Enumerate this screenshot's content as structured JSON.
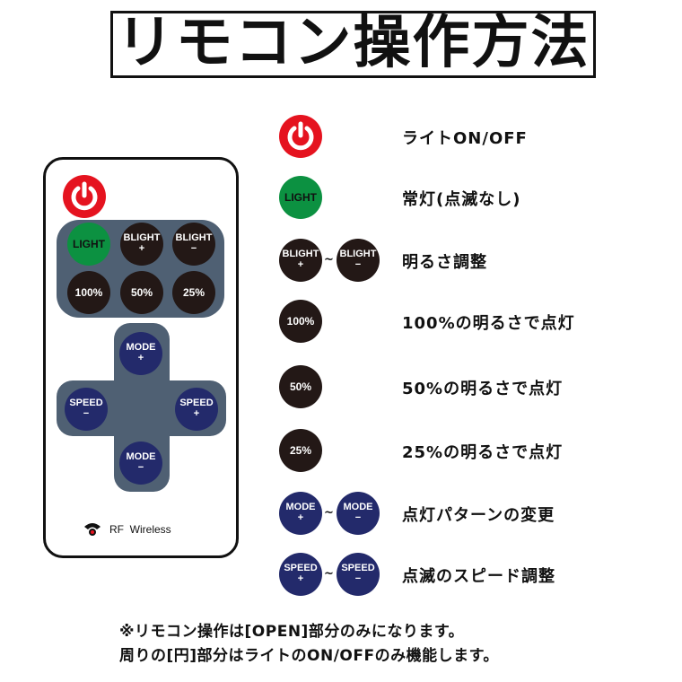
{
  "title": "リモコン操作方法",
  "remote": {
    "buttons": {
      "light": "LIGHT",
      "blight": "BLIGHT",
      "plus": "+",
      "minus": "−",
      "p100": "100%",
      "p50": "50%",
      "p25": "25%",
      "mode": "MODE",
      "speed": "SPEED"
    },
    "rf_label": "RF  Wireless",
    "tilde": "~"
  },
  "legend": [
    {
      "icon": "power-icon",
      "text": "ライトON/OFF"
    },
    {
      "icon": "light-button",
      "text": "常灯(点滅なし)"
    },
    {
      "icon": "blight-buttons",
      "text": "明るさ調整"
    },
    {
      "icon": "100-button",
      "text": "100%の明るさで点灯"
    },
    {
      "icon": "50-button",
      "text": "50%の明るさで点灯"
    },
    {
      "icon": "25-button",
      "text": "25%の明るさで点灯"
    },
    {
      "icon": "mode-buttons",
      "text": "点灯パターンの変更"
    },
    {
      "icon": "speed-buttons",
      "text": "点滅のスピード調整"
    }
  ],
  "notes": [
    "※リモコン操作は[OPEN]部分のみになります。",
    "周りの[円]部分はライトのON/OFFのみ機能します。"
  ],
  "colors": {
    "power": "#e5131f",
    "light": "#0c9141",
    "dark": "#231816",
    "navy": "#232a6b",
    "panel": "#4f6073"
  }
}
